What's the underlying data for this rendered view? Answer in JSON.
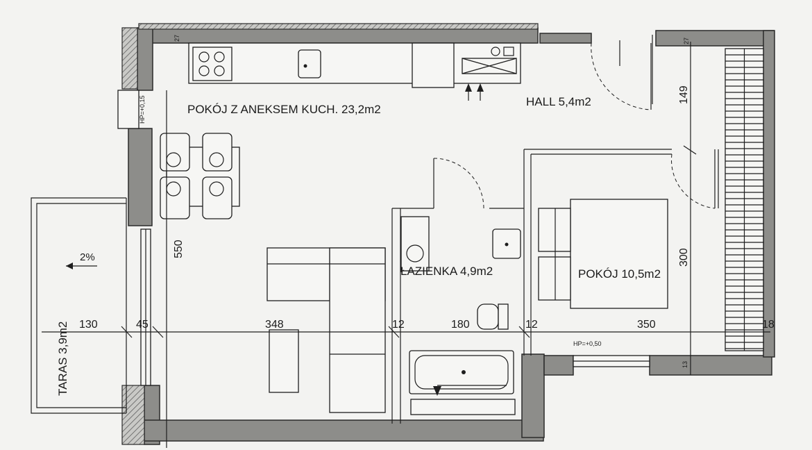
{
  "rooms": {
    "living_kitchen": "POKÓJ Z ANEKSEM KUCH. 23,2m2",
    "hall": "HALL 5,4m2",
    "bathroom": "ŁAZIENKA 4,9m2",
    "bedroom": "POKÓJ 10,5m2",
    "terrace": "TARAS 3,9m2"
  },
  "dimensions": {
    "terrace_width": "130",
    "small_45": "45",
    "living_width": "348",
    "wall_12": "12",
    "bath_width": "180",
    "wall_12b": "12",
    "bedroom_width": "350",
    "right_18": "18",
    "living_height": "550",
    "bedroom_height": "300",
    "hall_height": "149",
    "top_left_27": "27",
    "top_right_27": "27",
    "bottom_13": "13"
  },
  "annotations": {
    "slope": "2%",
    "level_left": "HP=+0,15",
    "level_right": "HP=+0,50"
  }
}
